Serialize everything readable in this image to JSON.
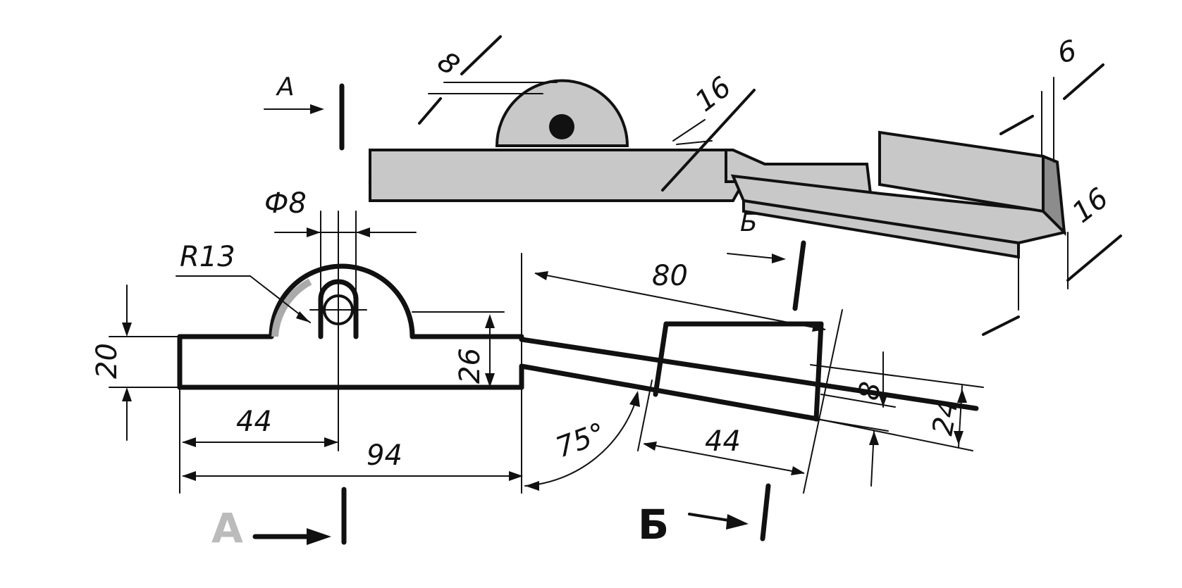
{
  "section_labels": {
    "a_top": "А",
    "b_top": "Б",
    "a_bottom": "А",
    "b_bottom": "Б"
  },
  "dimensions": {
    "iso_8": "8",
    "iso_16_mid": "16",
    "iso_6": "6",
    "iso_16_right": "16",
    "diameter": "Ф8",
    "radius": "R13",
    "height_20": "20",
    "height_26": "26",
    "len_44_left": "44",
    "len_94": "94",
    "len_80": "80",
    "angle_75": "75°",
    "len_44_right": "44",
    "width_8": "8",
    "width_24": "24"
  }
}
